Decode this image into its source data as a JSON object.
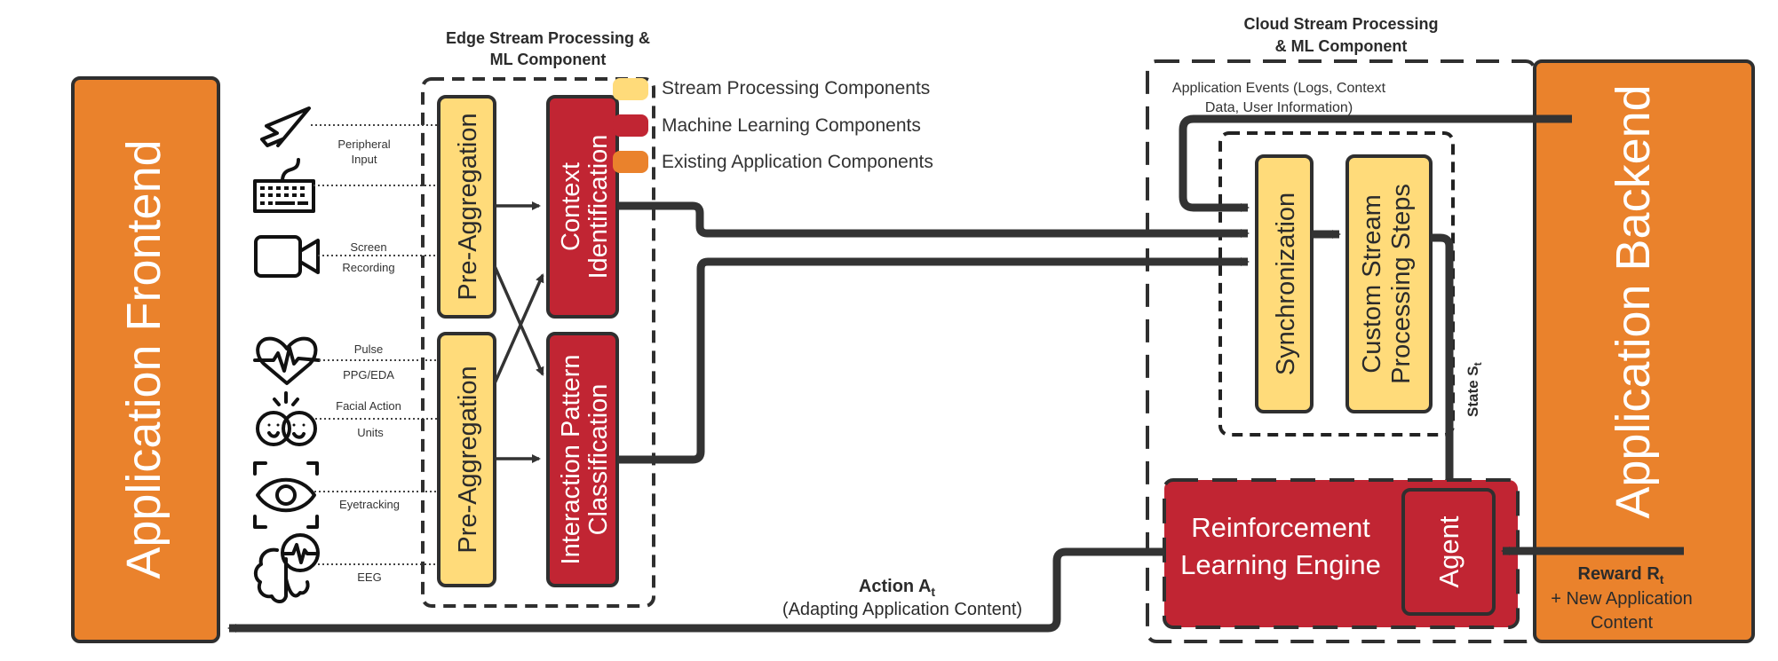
{
  "colors": {
    "stream": "#FFDB7A",
    "ml": "#C12533",
    "existing": "#EA822C",
    "stroke": "#2f2f2f"
  },
  "legend": {
    "items": [
      {
        "label": "Stream Processing Components",
        "color_key": "stream"
      },
      {
        "label": "Machine Learning Components",
        "color_key": "ml"
      },
      {
        "label": "Existing Application Components",
        "color_key": "existing"
      }
    ]
  },
  "frontend": {
    "label": "Application Frontend"
  },
  "backend": {
    "label": "Application Backend"
  },
  "edge": {
    "title_line1": "Edge Stream Processing &",
    "title_line2": "ML Component",
    "pre_aggregation_top": "Pre-Aggregation",
    "pre_aggregation_bottom": "Pre-Aggregation",
    "context_line1": "Context",
    "context_line2": "Identification",
    "interaction_line1": "Interaction Pattern",
    "interaction_line2": "Classification"
  },
  "sensors": [
    {
      "icon": "cursor-icon",
      "label_line1": "Peripheral",
      "label_line2": "Input"
    },
    {
      "icon": "keyboard-icon",
      "label_line1": "",
      "label_line2": ""
    },
    {
      "icon": "video-camera-icon",
      "label_line1": "Screen",
      "label_line2": "Recording"
    },
    {
      "icon": "heart-pulse-icon",
      "label_line1": "Pulse",
      "label_line2": "PPG/EDA"
    },
    {
      "icon": "faces-icon",
      "label_line1": "Facial Action",
      "label_line2": "Units"
    },
    {
      "icon": "eye-tracking-icon",
      "label_line1": "",
      "label_line2": "Eyetracking"
    },
    {
      "icon": "brain-eeg-icon",
      "label_line1": "",
      "label_line2": "EEG"
    }
  ],
  "cloud": {
    "title_line1": "Cloud Stream Processing",
    "title_line2": "& ML Component",
    "events_line1": "Application Events (Logs, Context",
    "events_line2": "Data, User Information)",
    "synchronization": "Synchronization",
    "custom_line1": "Custom Stream",
    "custom_line2": "Processing Steps",
    "state_label": "State S",
    "state_sub": "t",
    "rl_line1": "Reinforcement",
    "rl_line2": "Learning Engine",
    "agent": "Agent"
  },
  "reward": {
    "label": "Reward R",
    "sub": "t",
    "line2": "+ New Application",
    "line3": "Content"
  },
  "action": {
    "label": "Action A",
    "sub": "t",
    "line2": "(Adapting Application Content)"
  }
}
